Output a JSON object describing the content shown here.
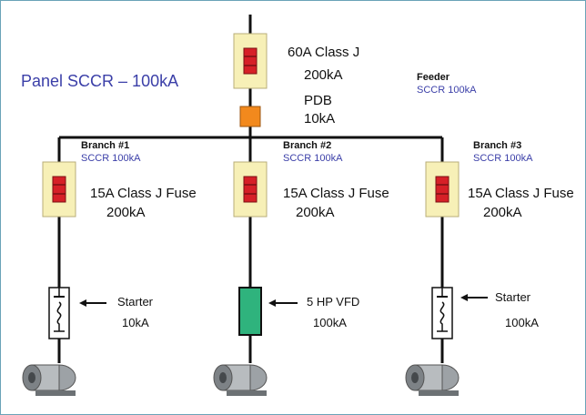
{
  "panel": {
    "title": "Panel SCCR – 100kA"
  },
  "main_fuse": {
    "line1": "60A Class J",
    "line2": "200kA"
  },
  "pdb": {
    "line1": "PDB",
    "line2": "10kA"
  },
  "feeder": {
    "label": "Feeder",
    "sccr": "SCCR 100kA"
  },
  "branches": [
    {
      "label": "Branch #1",
      "sccr": "SCCR 100kA",
      "fuse_label": "15A Class J Fuse",
      "fuse_rating": "200kA",
      "device_label": "Starter",
      "device_rating": "10kA"
    },
    {
      "label": "Branch #2",
      "sccr": "SCCR 100kA",
      "fuse_label": "15A Class J Fuse",
      "fuse_rating": "200kA",
      "device_label": "5 HP VFD",
      "device_rating": "100kA"
    },
    {
      "label": "Branch #3",
      "sccr": "SCCR 100kA",
      "fuse_label": "15A Class J Fuse",
      "fuse_rating": "200kA",
      "device_label": "Starter",
      "device_rating": "100kA"
    }
  ],
  "colors": {
    "fuse_body": "#d62027",
    "fuse_holder": "#f7f0b7",
    "pdb": "#f2891d",
    "vfd": "#2fb37d",
    "wire": "#111111",
    "sccr_text": "#3b3fa8"
  }
}
